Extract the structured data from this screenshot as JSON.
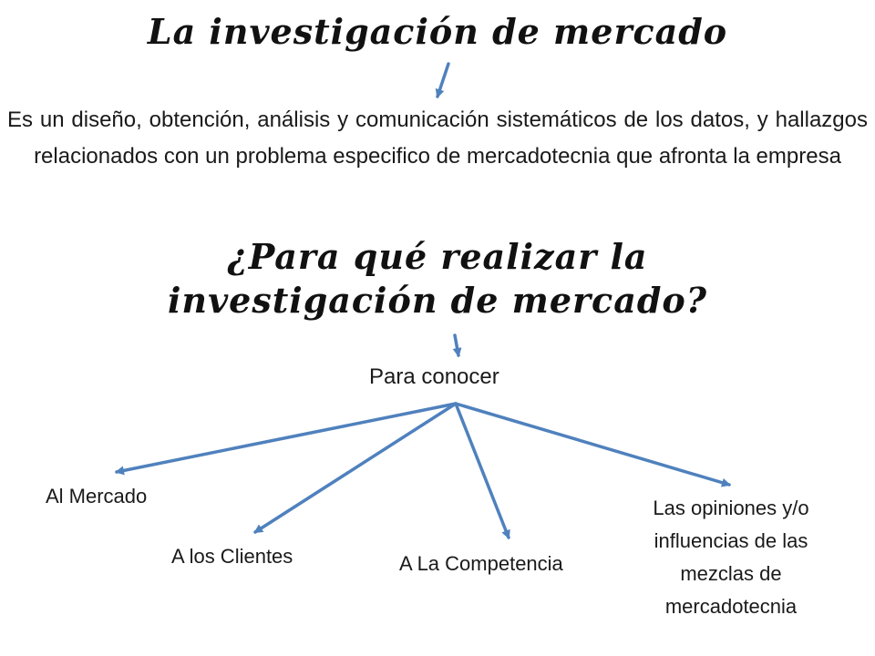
{
  "title": "La investigación de mercado",
  "definition": "Es un diseño, obtención, análisis y comunicación sistemáticos de los datos, y hallazgos relacionados con un problema especifico de mercadotecnia que afronta la empresa",
  "question_line1": "¿Para qué realizar la",
  "question_line2": "investigación de mercado?",
  "purpose": "Para conocer",
  "targets": {
    "market": "Al Mercado",
    "clients": "A los Clientes",
    "competition": "A La Competencia",
    "opinions": "Las opiniones y/o influencias de las mezclas de mercadotecnia"
  },
  "colors": {
    "arrow": "#4F81BD",
    "text": "#1a1a1a"
  }
}
